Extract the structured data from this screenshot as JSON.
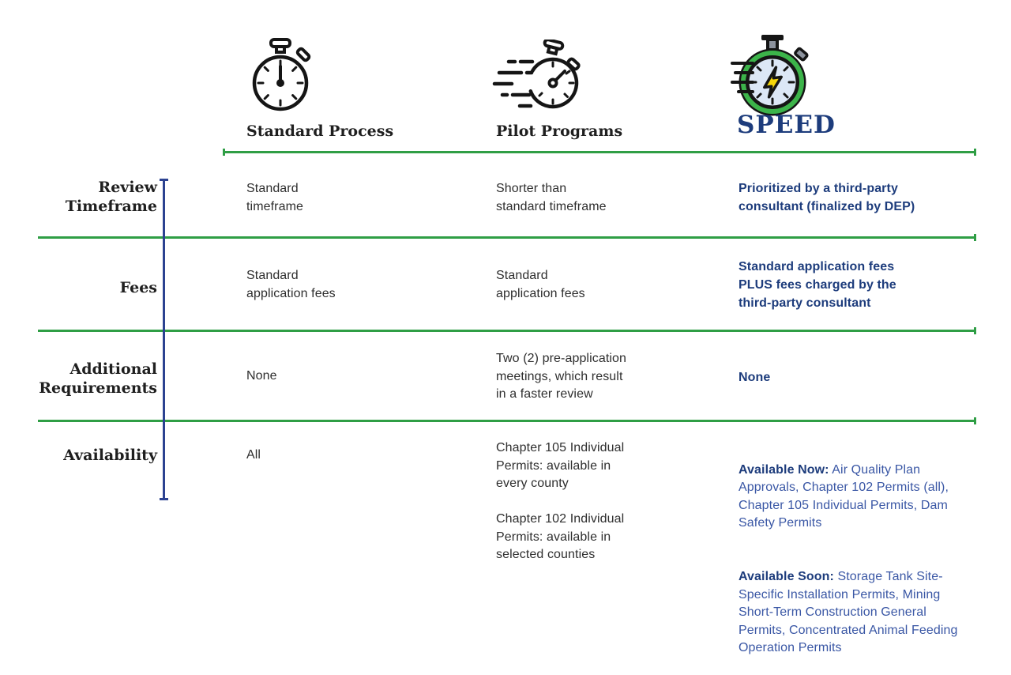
{
  "columns": [
    {
      "label": "Standard Process",
      "icon": "stopwatch-icon"
    },
    {
      "label": "Pilot Programs",
      "icon": "fast-stopwatch-icon"
    },
    {
      "label": "SPEED",
      "icon": "speed-stopwatch-icon"
    }
  ],
  "rows": [
    {
      "label": "Review\nTimeframe",
      "standard": "Standard\ntimeframe",
      "pilot": "Shorter than\nstandard timeframe",
      "speed": "Prioritized by a third-party\nconsultant (finalized by DEP)"
    },
    {
      "label": "Fees",
      "standard": "Standard\napplication fees",
      "pilot": "Standard\napplication fees",
      "speed": "Standard application fees\nPLUS fees charged by the\nthird-party consultant"
    },
    {
      "label": "Additional\nRequirements",
      "standard": "None",
      "pilot": "Two (2) pre-application\nmeetings, which result\nin a faster review",
      "speed": "None"
    },
    {
      "label": "Availability",
      "standard": "All",
      "pilot": "Chapter 105 Individual\nPermits: available in\nevery county\n\nChapter 102 Individual\nPermits: available in\nselected counties",
      "speed_paragraphs": [
        {
          "lead": "Available Now:",
          "text": " Air Quality Plan Approvals, Chapter 102 Permits (all), Chapter 105 Individual Permits, Dam Safety Permits"
        },
        {
          "lead": "Available Soon:",
          "text": " Storage Tank Site-Specific Installation Permits, Mining Short-Term Construction General Permits, Concentrated Animal Feeding Operation Permits"
        }
      ]
    }
  ],
  "colors": {
    "green": "#2f9e45",
    "navy": "#1d3c7c",
    "blue_text": "#3a57a5",
    "ink": "#1f1f1f",
    "body": "#2e2e2e",
    "divider_blue": "#2c4291",
    "icon_green": "#3cb44a",
    "icon_face": "#dce7f6",
    "icon_bolt": "#f6d60a",
    "icon_gray": "#8d939e"
  }
}
